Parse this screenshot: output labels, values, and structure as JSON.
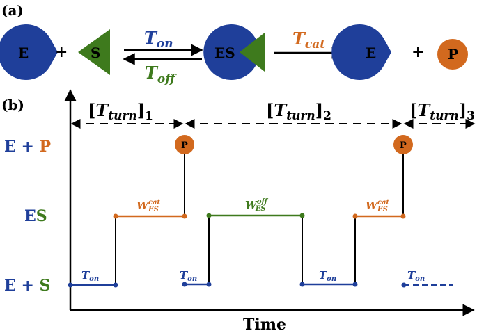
{
  "panels": {
    "a": {
      "label": "(a)"
    },
    "b": {
      "label": "(b)"
    }
  },
  "colors": {
    "enzyme": "#1f3f9a",
    "substrate": "#3e7a1d",
    "product": "#d2691e",
    "axis": "#000000"
  },
  "icons": {
    "enzyme": "pacman-enzyme-icon",
    "substrate": "triangle-substrate-icon",
    "complex": "enzyme-substrate-complex-icon",
    "product": "circle-product-icon"
  },
  "reaction": {
    "enzyme_letter": "E",
    "substrate_letter": "S",
    "complex_letter": "ES",
    "product_letter": "P",
    "plus": "+",
    "t_base": "T",
    "t_on_sub": "on",
    "t_off_sub": "off",
    "t_cat_sub": "cat"
  },
  "diagram": {
    "x_axis_label": "Time",
    "state_labels": {
      "ep_e": "E",
      "ep_plus": " + ",
      "ep_p": "P",
      "es_e": "E",
      "es_s": "S",
      "e_s_e": "E",
      "e_s_plus": " + ",
      "e_s_s": "S"
    },
    "turns": [
      {
        "base": "T",
        "sub": "turn",
        "index": "1"
      },
      {
        "base": "T",
        "sub": "turn",
        "index": "2"
      },
      {
        "base": "T",
        "sub": "turn",
        "index": "3"
      }
    ],
    "trace_labels": {
      "ton": {
        "base": "T",
        "sub": "on"
      },
      "wcat": {
        "base": "W",
        "sup": "cat",
        "sub": "ES"
      },
      "woff": {
        "base": "W",
        "sup": "off",
        "sub": "ES"
      }
    },
    "product_letter": "P"
  }
}
